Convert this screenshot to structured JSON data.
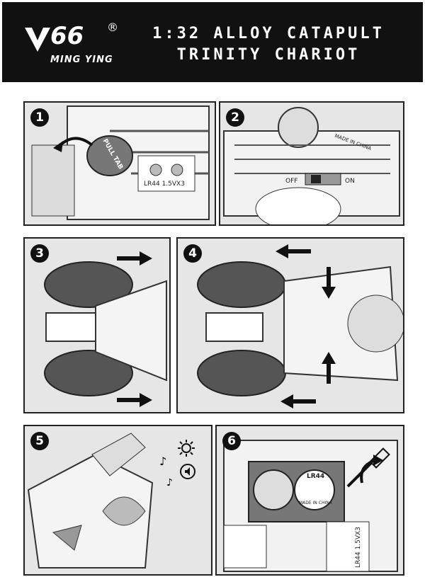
{
  "header": {
    "logo_number": "66",
    "logo_reg": "®",
    "logo_brand": "MING YING",
    "title_line1": "1:32 ALLOY CATAPULT",
    "title_line2": "TRINITY CHARIOT"
  },
  "steps": [
    {
      "number": "1",
      "tab_label": "PULL TAB",
      "battery_label": "LR44 1.5VX3"
    },
    {
      "number": "2",
      "switch_off": "OFF",
      "switch_on": "ON",
      "made_in": "MADE IN CHINA"
    },
    {
      "number": "3"
    },
    {
      "number": "4"
    },
    {
      "number": "5"
    },
    {
      "number": "6",
      "coin_cell": "LR44",
      "coin_made": "MADE IN CHINA",
      "battery_label": "LR44 1.5VX3"
    }
  ],
  "icons": [
    "logo-icon",
    "pull-arrow-icon",
    "battery-icon",
    "switch-icon",
    "arrow-right-icon",
    "arrow-left-icon",
    "arrow-down-icon",
    "arrow-up-icon",
    "light-icon",
    "music-note-icon",
    "sound-icon",
    "screwdriver-icon",
    "rotate-arrow-icon"
  ]
}
